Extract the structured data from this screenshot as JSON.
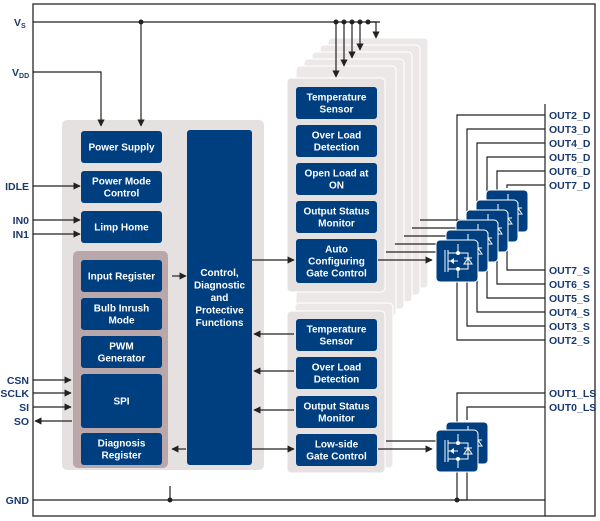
{
  "pins_left": {
    "vs": "VS",
    "vdd": "VDD",
    "idle": "IDLE",
    "in0": "IN0",
    "in1": "IN1",
    "csn": "CSN",
    "sclk": "SCLK",
    "si": "SI",
    "so": "SO",
    "gnd": "GND"
  },
  "pins_right": {
    "high_side_drain": [
      "OUT2_D",
      "OUT3_D",
      "OUT4_D",
      "OUT5_D",
      "OUT6_D",
      "OUT7_D"
    ],
    "high_side_source": [
      "OUT7_S",
      "OUT6_S",
      "OUT5_S",
      "OUT4_S",
      "OUT3_S",
      "OUT2_S"
    ],
    "low_side": [
      "OUT1_LS",
      "OUT0_LS"
    ]
  },
  "left_blocks": {
    "power_supply": [
      "Power Supply"
    ],
    "power_mode": [
      "Power Mode",
      "Control"
    ],
    "limp_home": [
      "Limp Home"
    ],
    "input_register": [
      "Input Register"
    ],
    "bulb_inrush": [
      "Bulb Inrush",
      "Mode"
    ],
    "pwm": [
      "PWM",
      "Generator"
    ],
    "spi": [
      "SPI"
    ],
    "diag_reg": [
      "Diagnosis",
      "Register"
    ]
  },
  "center_block": [
    "Control,",
    "Diagnostic",
    "and",
    "Protective",
    "Functions"
  ],
  "high_side_channel": [
    [
      "Temperature",
      "Sensor"
    ],
    [
      "Over Load",
      "Detection"
    ],
    [
      "Open Load at",
      "ON"
    ],
    [
      "Output Status",
      "Monitor"
    ],
    [
      "Auto",
      "Configuring",
      "Gate Control"
    ]
  ],
  "low_side_channel": [
    [
      "Temperature",
      "Sensor"
    ],
    [
      "Over Load",
      "Detection"
    ],
    [
      "Output Status",
      "Monitor"
    ],
    [
      "Low-side",
      "Gate Control"
    ]
  ],
  "colors": {
    "block": "#003f7f",
    "panel": "#e6e1e1",
    "subpanel": "#b9a7a9",
    "pin_text": "#1a3a6e"
  }
}
